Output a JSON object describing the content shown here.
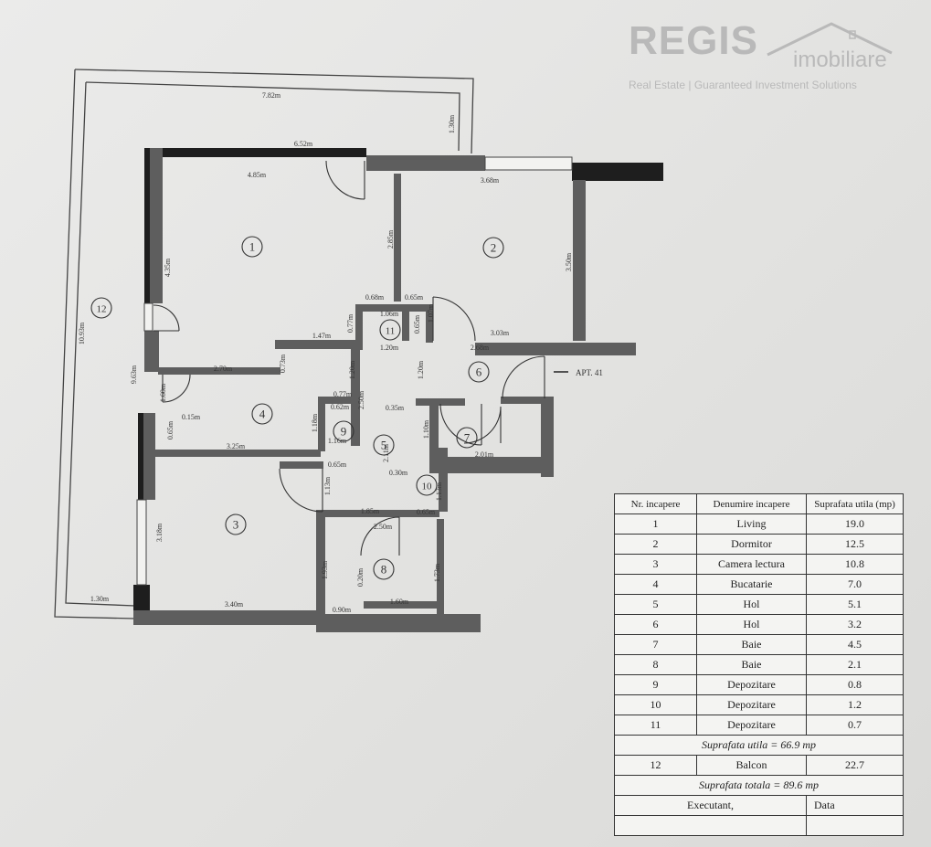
{
  "logo": {
    "brand": "REGIS",
    "subtitle": "imobiliare",
    "tagline": "Real Estate | Guaranteed Investment Solutions"
  },
  "plan": {
    "apartment_label": "APT. 41",
    "room_markers": [
      {
        "n": "1"
      },
      {
        "n": "2"
      },
      {
        "n": "3"
      },
      {
        "n": "4"
      },
      {
        "n": "5"
      },
      {
        "n": "6"
      },
      {
        "n": "7"
      },
      {
        "n": "8"
      },
      {
        "n": "9"
      },
      {
        "n": "10"
      },
      {
        "n": "11"
      },
      {
        "n": "12"
      }
    ],
    "dimensions": [
      {
        "t": "7.82m"
      },
      {
        "t": "1.30m"
      },
      {
        "t": "6.52m"
      },
      {
        "t": "4.85m"
      },
      {
        "t": "3.68m"
      },
      {
        "t": "4.35m"
      },
      {
        "t": "2.85m"
      },
      {
        "t": "3.50m"
      },
      {
        "t": "10.93m"
      },
      {
        "t": "0.68m"
      },
      {
        "t": "0.65m"
      },
      {
        "t": "1.06m"
      },
      {
        "t": "0.77m"
      },
      {
        "t": "0.65m"
      },
      {
        "t": "1.07m"
      },
      {
        "t": "1.47m"
      },
      {
        "t": "0.73m"
      },
      {
        "t": "1.20m"
      },
      {
        "t": "3.03m"
      },
      {
        "t": "2.68m"
      },
      {
        "t": "9.63m"
      },
      {
        "t": "2.70m"
      },
      {
        "t": "1.60m"
      },
      {
        "t": "1.20m"
      },
      {
        "t": "1.20m"
      },
      {
        "t": "0.77m"
      },
      {
        "t": "2.50m"
      },
      {
        "t": "0.62m"
      },
      {
        "t": "0.35m"
      },
      {
        "t": "0.15m"
      },
      {
        "t": "1.18m"
      },
      {
        "t": "1.16m"
      },
      {
        "t": "1.10m"
      },
      {
        "t": "0.65m"
      },
      {
        "t": "3.25m"
      },
      {
        "t": "2.11m"
      },
      {
        "t": "2.01m"
      },
      {
        "t": "0.65m"
      },
      {
        "t": "0.30m"
      },
      {
        "t": "1.13m"
      },
      {
        "t": "1.13m"
      },
      {
        "t": "0.65m"
      },
      {
        "t": "1.85m"
      },
      {
        "t": "3.18m"
      },
      {
        "t": "2.50m"
      },
      {
        "t": "1.93m"
      },
      {
        "t": "0.20m"
      },
      {
        "t": "1.73m"
      },
      {
        "t": "1.30m"
      },
      {
        "t": "3.40m"
      },
      {
        "t": "0.90m"
      },
      {
        "t": "1.60m"
      }
    ]
  },
  "table": {
    "headers": [
      "Nr. incapere",
      "Denumire incapere",
      "Suprafata utila (mp)"
    ],
    "rows": [
      {
        "nr": "1",
        "name": "Living",
        "area": "19.0"
      },
      {
        "nr": "2",
        "name": "Dormitor",
        "area": "12.5"
      },
      {
        "nr": "3",
        "name": "Camera lectura",
        "area": "10.8"
      },
      {
        "nr": "4",
        "name": "Bucatarie",
        "area": "7.0"
      },
      {
        "nr": "5",
        "name": "Hol",
        "area": "5.1"
      },
      {
        "nr": "6",
        "name": "Hol",
        "area": "3.2"
      },
      {
        "nr": "7",
        "name": "Baie",
        "area": "4.5"
      },
      {
        "nr": "8",
        "name": "Baie",
        "area": "2.1"
      },
      {
        "nr": "9",
        "name": "Depozitare",
        "area": "0.8"
      },
      {
        "nr": "10",
        "name": "Depozitare",
        "area": "1.2"
      },
      {
        "nr": "11",
        "name": "Depozitare",
        "area": "0.7"
      }
    ],
    "useful_area": "Suprafata utila = 66.9 mp",
    "balcony": {
      "nr": "12",
      "name": "Balcon",
      "area": "22.7"
    },
    "total_area": "Suprafata totala = 89.6 mp",
    "executant": "Executant,",
    "data_label": "Data"
  }
}
